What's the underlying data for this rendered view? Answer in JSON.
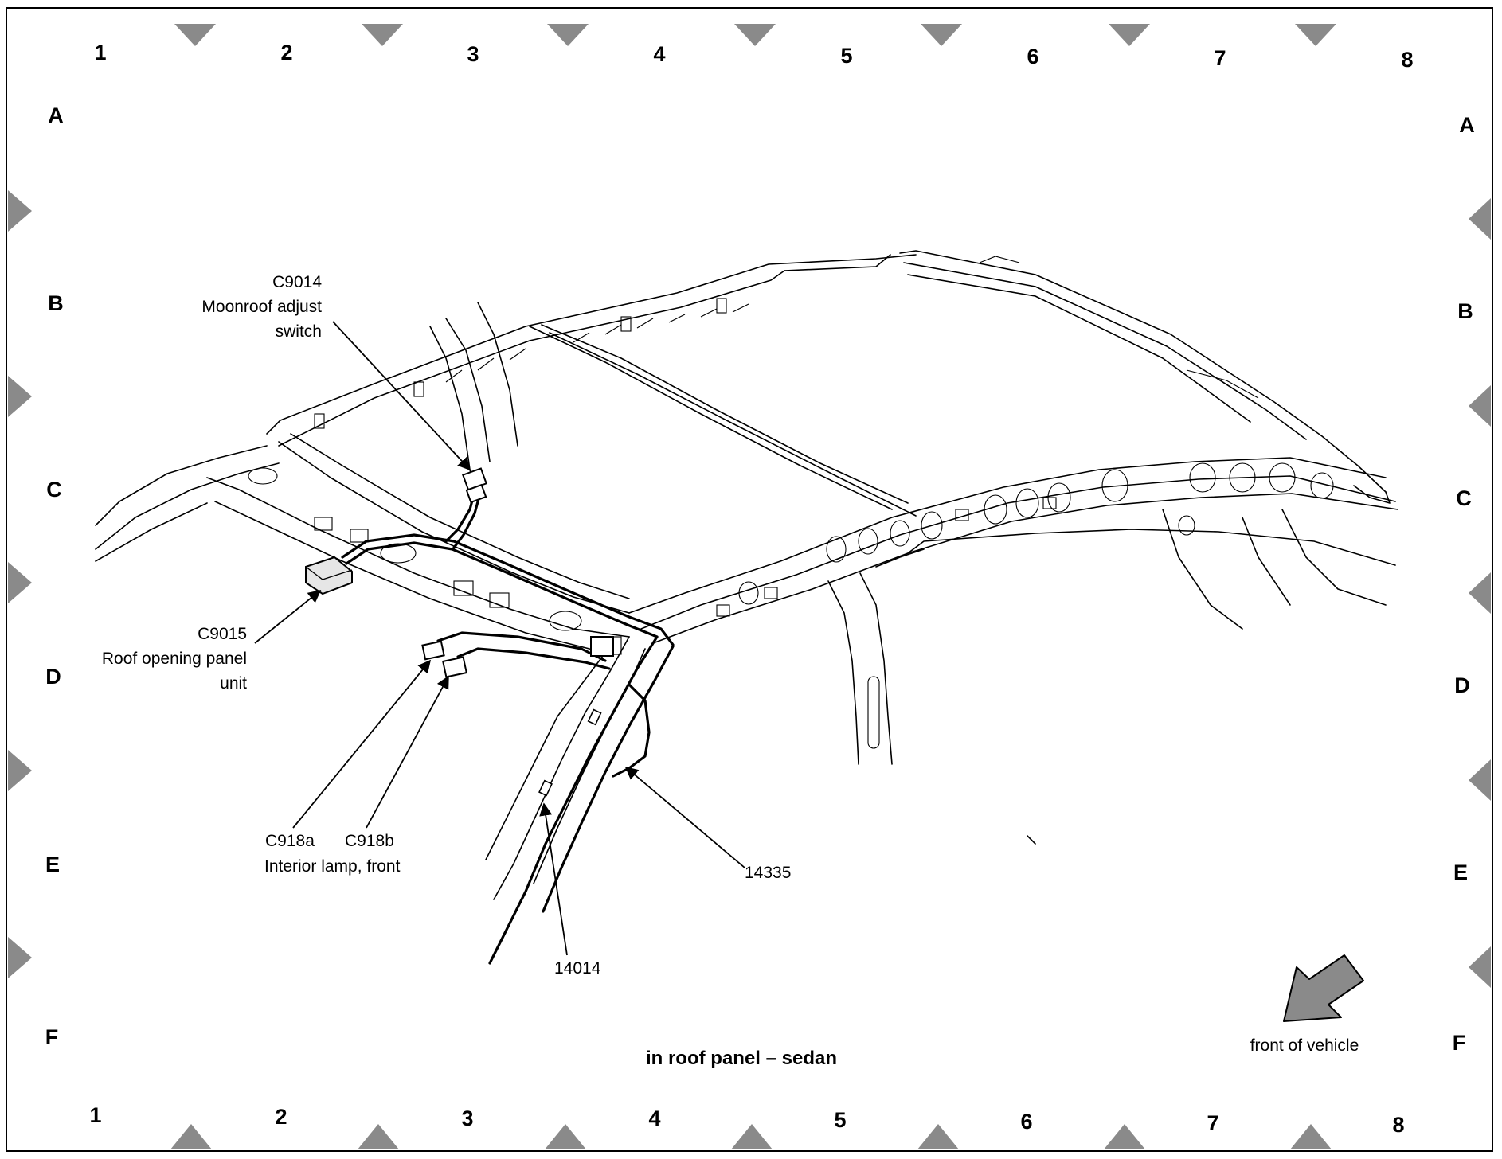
{
  "title": "in roof panel – sedan",
  "grid": {
    "columns": [
      "1",
      "2",
      "3",
      "4",
      "5",
      "6",
      "7",
      "8"
    ],
    "rows": [
      "A",
      "B",
      "C",
      "D",
      "E",
      "F"
    ]
  },
  "callouts": {
    "c9014": {
      "id": "C9014",
      "line1": "Moonroof adjust",
      "line2": "switch"
    },
    "c9015": {
      "id": "C9015",
      "line1": "Roof opening panel",
      "line2": "unit"
    },
    "c918a": {
      "id": "C918a"
    },
    "c918b": {
      "id": "C918b"
    },
    "c918_desc": "Interior lamp, front",
    "p14335": "14335",
    "p14014": "14014"
  },
  "orientation": {
    "label": "front of vehicle",
    "icon": "direction-arrow-icon"
  },
  "colors": {
    "ink": "#000000",
    "marker": "#8a8a8a",
    "paper": "#ffffff"
  }
}
